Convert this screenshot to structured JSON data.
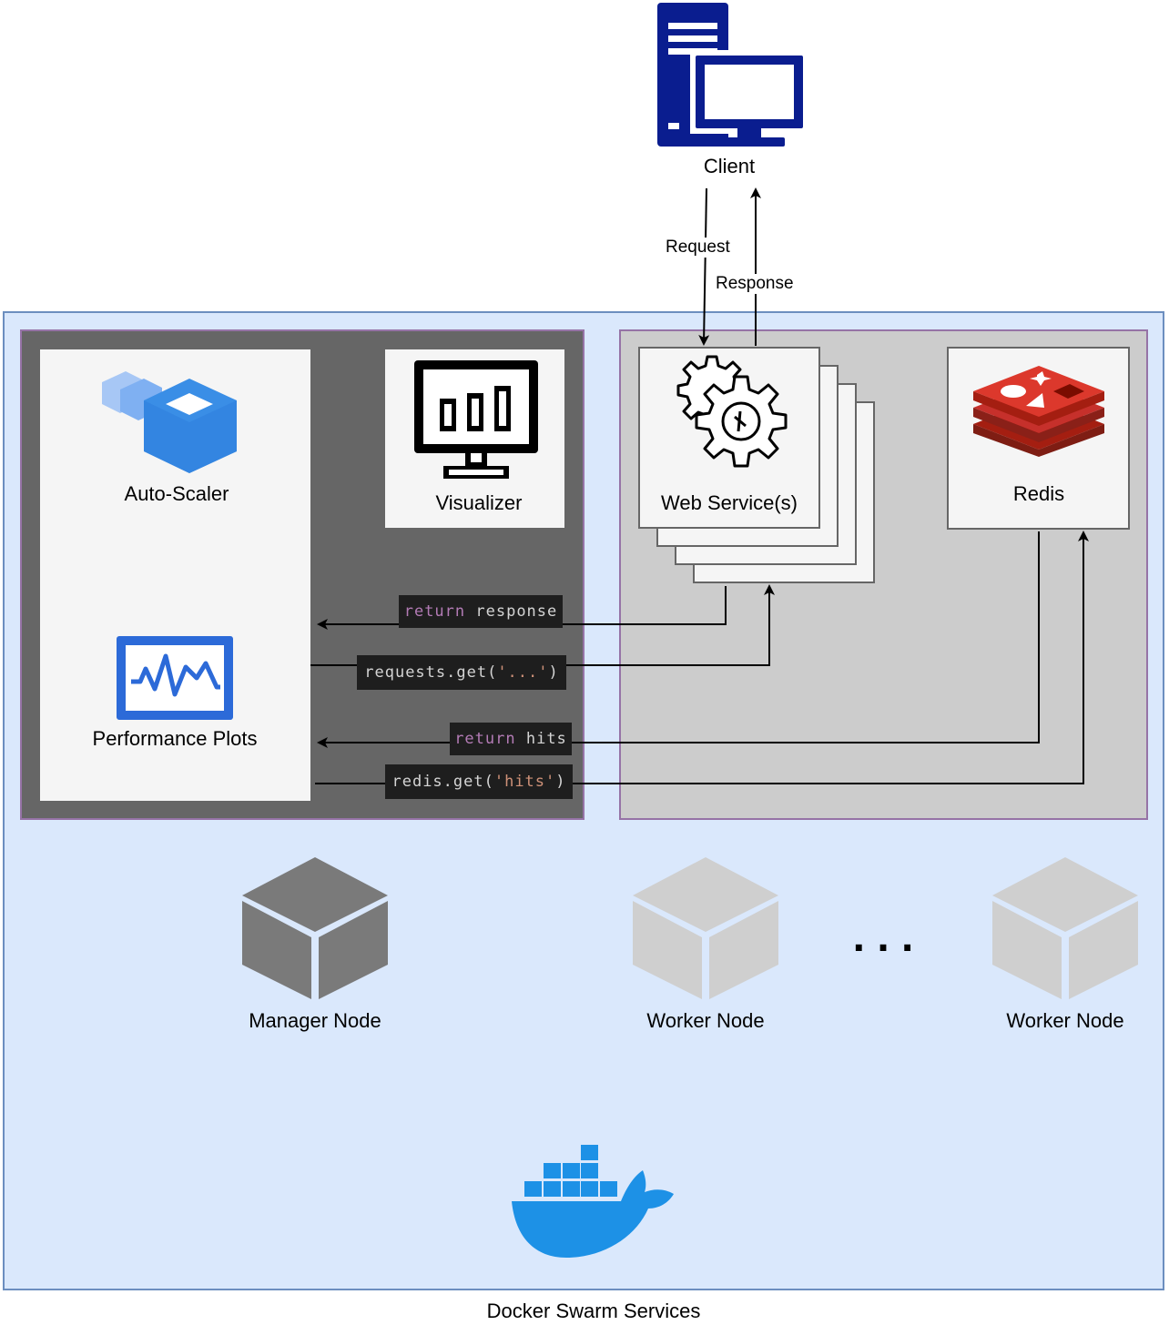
{
  "client": {
    "label": "Client"
  },
  "edges": {
    "request": "Request",
    "response": "Response"
  },
  "services": {
    "auto_scaler": "Auto-Scaler",
    "visualizer": "Visualizer",
    "performance_plots": "Performance Plots",
    "web_service": "Web Service(s)",
    "redis": "Redis"
  },
  "code_labels": {
    "return_response": {
      "kw": "return",
      "rest": " response"
    },
    "requests_get": {
      "pre": "requests.get(",
      "str": "'...'",
      "post": ")"
    },
    "return_hits": {
      "kw": "return",
      "rest": " hits"
    },
    "redis_get": {
      "pre": "redis.get(",
      "str": "'hits'",
      "post": ")"
    }
  },
  "nodes": {
    "manager": "Manager Node",
    "worker_1": "Worker Node",
    "ellipsis": ". . .",
    "worker_2": "Worker Node"
  },
  "swarm": {
    "label": "Docker Swarm Services"
  },
  "colors": {
    "swarm_bg": "#dae8fc",
    "swarm_border": "#6c8ebf",
    "manager_group": "#666666",
    "worker_group": "#cccccc",
    "group_border": "#9673a6",
    "client_blue": "#0a1d8f",
    "docker_blue": "#1d91e6",
    "redis_red": "#c6302b"
  }
}
